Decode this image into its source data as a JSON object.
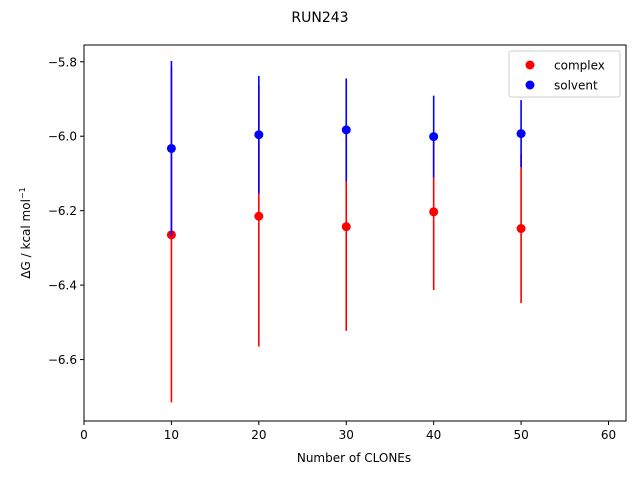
{
  "chart_data": {
    "type": "scatter",
    "title": "RUN243",
    "xlabel": "Number of CLONEs",
    "ylabel_main": "ΔG / kcal mol",
    "ylabel_sup": "−1",
    "xlim": [
      0,
      62
    ],
    "ylim": [
      -6.765,
      -5.755
    ],
    "xticks": [
      0,
      10,
      20,
      30,
      40,
      50,
      60
    ],
    "xtick_labels": [
      "0",
      "10",
      "20",
      "30",
      "40",
      "50",
      "60"
    ],
    "yticks": [
      -6.6,
      -6.4,
      -6.2,
      -6.0,
      -5.8
    ],
    "ytick_labels": [
      "−6.6",
      "−6.4",
      "−6.2",
      "−6.0",
      "−5.8"
    ],
    "legend_position": "upper-right",
    "grid": false,
    "series": [
      {
        "name": "complex",
        "color": "#ff0000",
        "x": [
          10,
          20,
          30,
          40,
          50
        ],
        "y": [
          -6.265,
          -6.215,
          -6.243,
          -6.203,
          -6.248
        ],
        "err": [
          0.45,
          0.35,
          0.28,
          0.21,
          0.2
        ]
      },
      {
        "name": "solvent",
        "color": "#0000ff",
        "x": [
          10,
          20,
          30,
          40,
          50
        ],
        "y": [
          -6.033,
          -5.996,
          -5.983,
          -6.001,
          -5.993
        ],
        "err": [
          0.235,
          0.158,
          0.138,
          0.11,
          0.09
        ]
      }
    ]
  }
}
